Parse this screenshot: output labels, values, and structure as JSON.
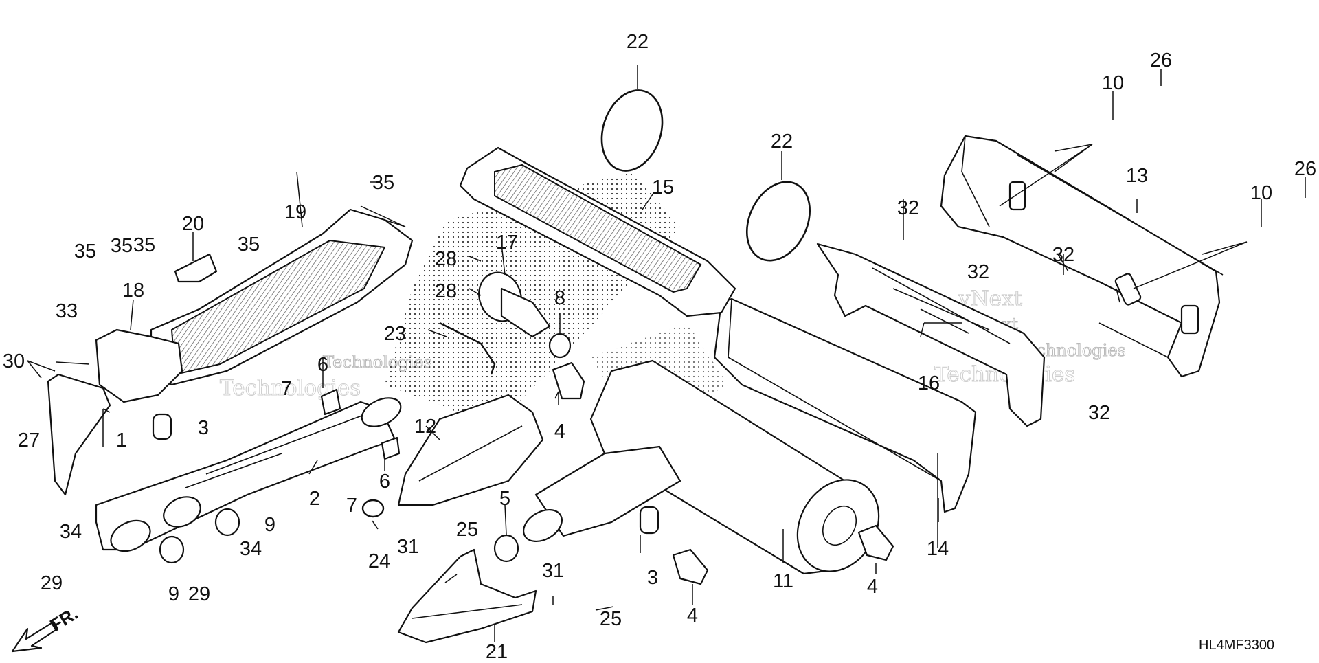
{
  "diagram": {
    "drawing_code": "HL4MF3300",
    "direction_label": "FR.",
    "watermark_lines": [
      "vNext",
      "Technologies"
    ],
    "callouts": [
      {
        "num": "22"
      },
      {
        "num": "22"
      },
      {
        "num": "26"
      },
      {
        "num": "26"
      },
      {
        "num": "10"
      },
      {
        "num": "10"
      },
      {
        "num": "13"
      },
      {
        "num": "15"
      },
      {
        "num": "35"
      },
      {
        "num": "35"
      },
      {
        "num": "35"
      },
      {
        "num": "35"
      },
      {
        "num": "35"
      },
      {
        "num": "19"
      },
      {
        "num": "20"
      },
      {
        "num": "18"
      },
      {
        "num": "33"
      },
      {
        "num": "30"
      },
      {
        "num": "27"
      },
      {
        "num": "1"
      },
      {
        "num": "17"
      },
      {
        "num": "28"
      },
      {
        "num": "28"
      },
      {
        "num": "8"
      },
      {
        "num": "23"
      },
      {
        "num": "6"
      },
      {
        "num": "6"
      },
      {
        "num": "7"
      },
      {
        "num": "7"
      },
      {
        "num": "3"
      },
      {
        "num": "3"
      },
      {
        "num": "2"
      },
      {
        "num": "12"
      },
      {
        "num": "4"
      },
      {
        "num": "4"
      },
      {
        "num": "4"
      },
      {
        "num": "16"
      },
      {
        "num": "14"
      },
      {
        "num": "32"
      },
      {
        "num": "32"
      },
      {
        "num": "32"
      },
      {
        "num": "32"
      },
      {
        "num": "9"
      },
      {
        "num": "9"
      },
      {
        "num": "34"
      },
      {
        "num": "34"
      },
      {
        "num": "29"
      },
      {
        "num": "29"
      },
      {
        "num": "24"
      },
      {
        "num": "5"
      },
      {
        "num": "25"
      },
      {
        "num": "25"
      },
      {
        "num": "31"
      },
      {
        "num": "31"
      },
      {
        "num": "11"
      },
      {
        "num": "21"
      }
    ]
  }
}
